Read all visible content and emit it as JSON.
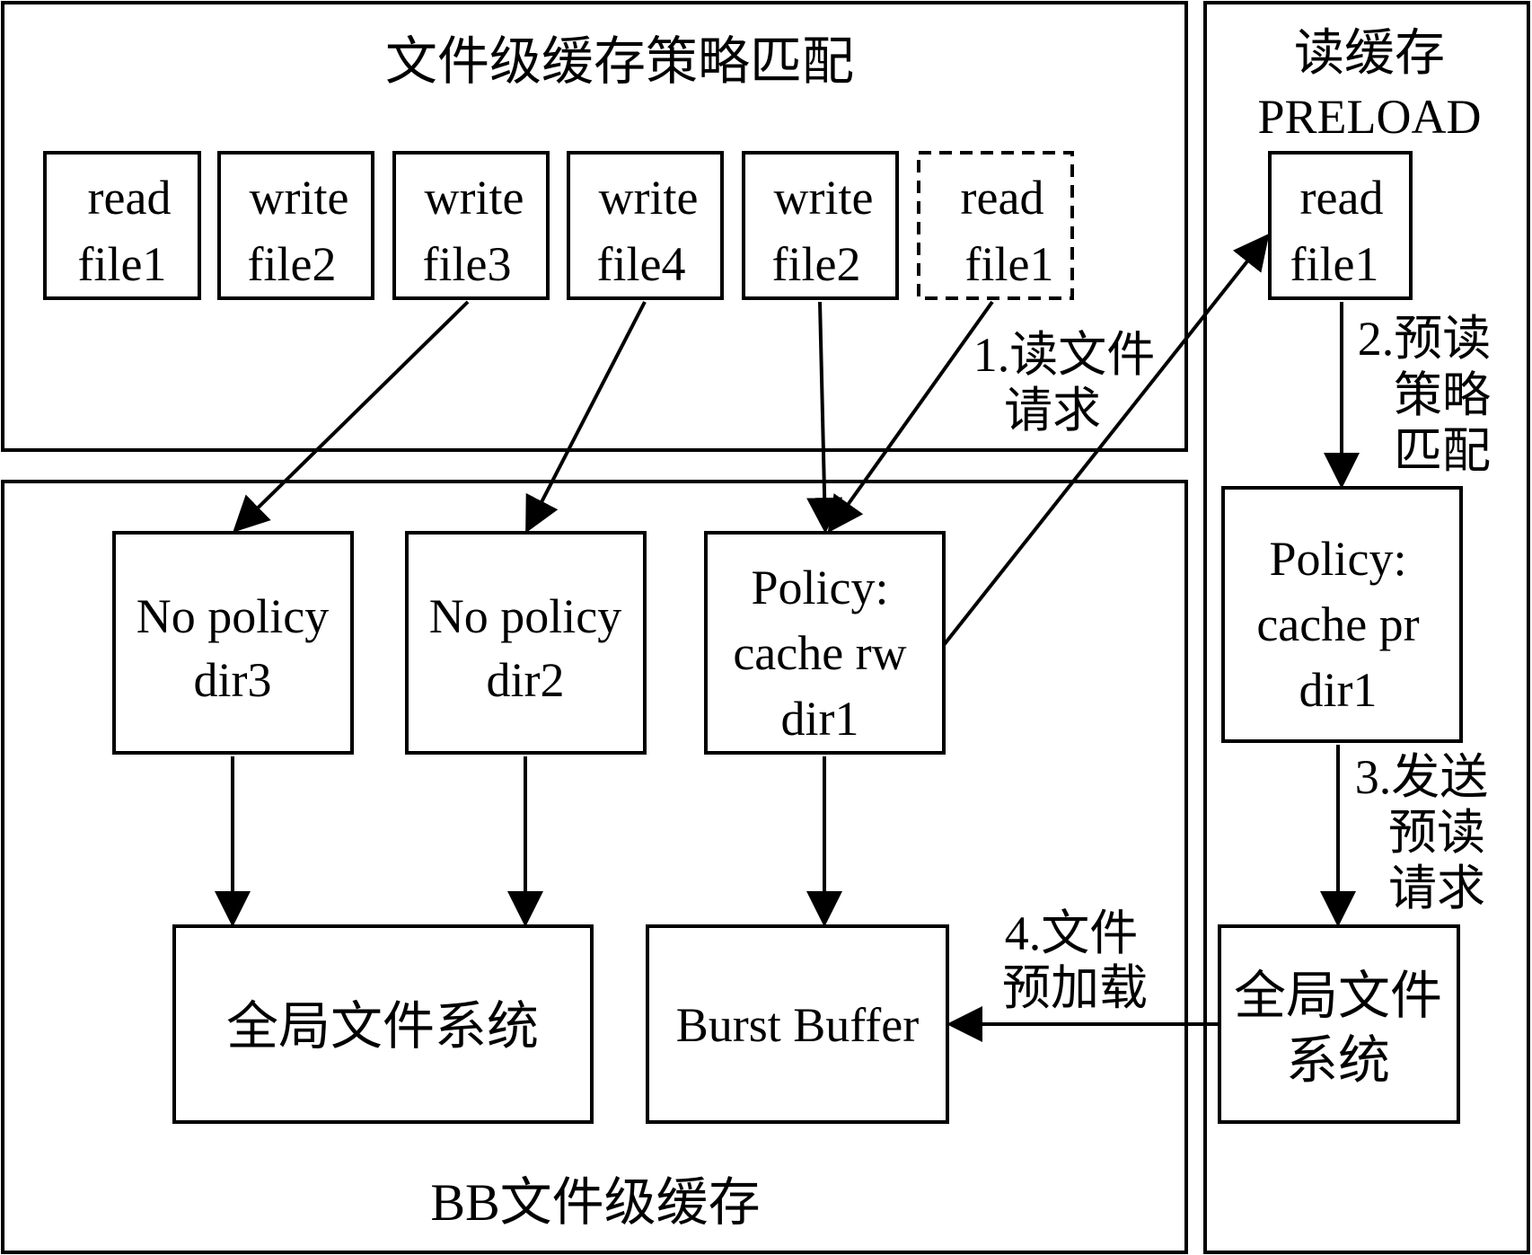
{
  "top_panel": {
    "title": "文件级缓存策略匹配"
  },
  "requests": [
    {
      "op": "read",
      "file": "file1"
    },
    {
      "op": "write",
      "file": "file2"
    },
    {
      "op": "write",
      "file": "file3"
    },
    {
      "op": "write",
      "file": "file4"
    },
    {
      "op": "write",
      "file": "file2"
    },
    {
      "op": "read",
      "file": "file1"
    }
  ],
  "bottom_panel": {
    "title": "BB文件级缓存"
  },
  "dirs": [
    {
      "line1": "No policy",
      "line2": "dir3"
    },
    {
      "line1": "No policy",
      "line2": "dir2"
    },
    {
      "line1": "Policy:",
      "line2": "cache rw",
      "line3": "dir1"
    }
  ],
  "targets": {
    "global_fs": "全局文件系统",
    "burst_buffer": "Burst Buffer"
  },
  "right_panel": {
    "title_line1": "读缓存",
    "title_line2": "PRELOAD",
    "request": {
      "op": "read",
      "file": "file1"
    },
    "policy": {
      "line1": "Policy:",
      "line2": "cache pr",
      "line3": "dir1"
    },
    "global_fs_line1": "全局文件",
    "global_fs_line2": "系统"
  },
  "steps": {
    "step1_line1": "1.读文件",
    "step1_line2": "请求",
    "step2_line1": "2.预读",
    "step2_line2": "策略",
    "step2_line3": "匹配",
    "step3_line1": "3.发送",
    "step3_line2": "预读",
    "step3_line3": "请求",
    "step4_line1": "4.文件",
    "step4_line2": "预加载"
  }
}
